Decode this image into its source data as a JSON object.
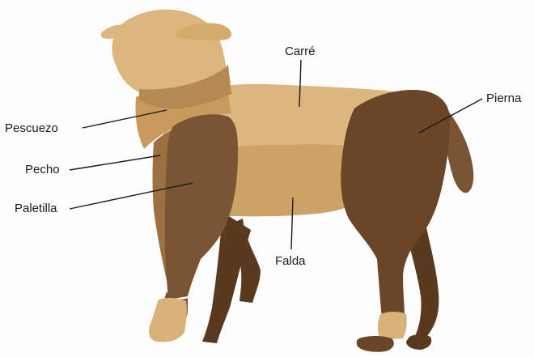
{
  "labels": {
    "carre": "Carré",
    "pierna": "Pierna",
    "pescuezo": "Pescuezo",
    "pecho": "Pecho",
    "paletilla": "Paletilla",
    "falda": "Falda"
  },
  "colors": {
    "light": "#dcb67c",
    "medium_light": "#cda266",
    "medium": "#b58a52",
    "dark": "#7a5533",
    "darker": "#6b4527",
    "leg_dark": "#5a3a1f",
    "hoof": "#d9b27a",
    "text": "#1a1a1a",
    "background": "#fdfdfd"
  }
}
